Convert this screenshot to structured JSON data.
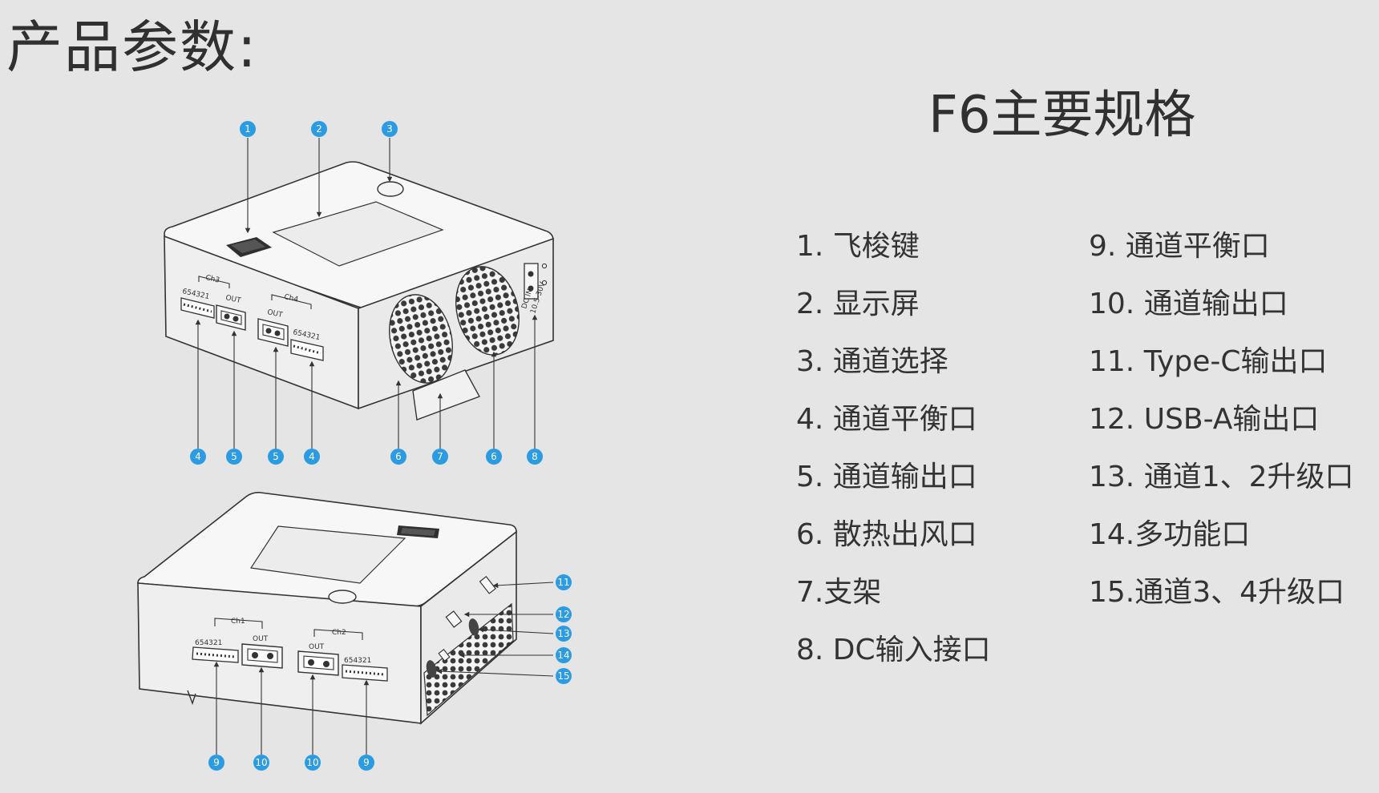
{
  "page": {
    "heading": "产品参数:",
    "spec_title": "F6主要规格"
  },
  "accent_color": "#2b9be3",
  "specs_left": [
    "1. 飞梭键",
    "2. 显示屏",
    "3. 通道选择",
    "4. 通道平衡口",
    "5. 通道输出口",
    "6. 散热出风口",
    "7.支架",
    "8. DC输入接口"
  ],
  "specs_right": [
    "9. 通道平衡口",
    "10. 通道输出口",
    "11. Type-C输出口",
    "12. USB-A输出口",
    "13. 通道1、2升级口",
    "14.多功能口",
    "15.通道3、4升级口"
  ],
  "device_top": {
    "ch3": "Ch3",
    "ch4": "Ch4",
    "balance_pins": "654321",
    "out": "OUT",
    "dc_in": "DC IN",
    "dc_range": "10.5-30V",
    "callouts": [
      "1",
      "2",
      "3",
      "4",
      "5",
      "5",
      "4",
      "6",
      "7",
      "6",
      "8"
    ]
  },
  "device_bottom": {
    "ch1": "Ch1",
    "ch2": "Ch2",
    "balance_pins": "654321",
    "out": "OUT",
    "callouts": [
      "11",
      "12",
      "13",
      "14",
      "15",
      "9",
      "10",
      "10",
      "9"
    ]
  }
}
